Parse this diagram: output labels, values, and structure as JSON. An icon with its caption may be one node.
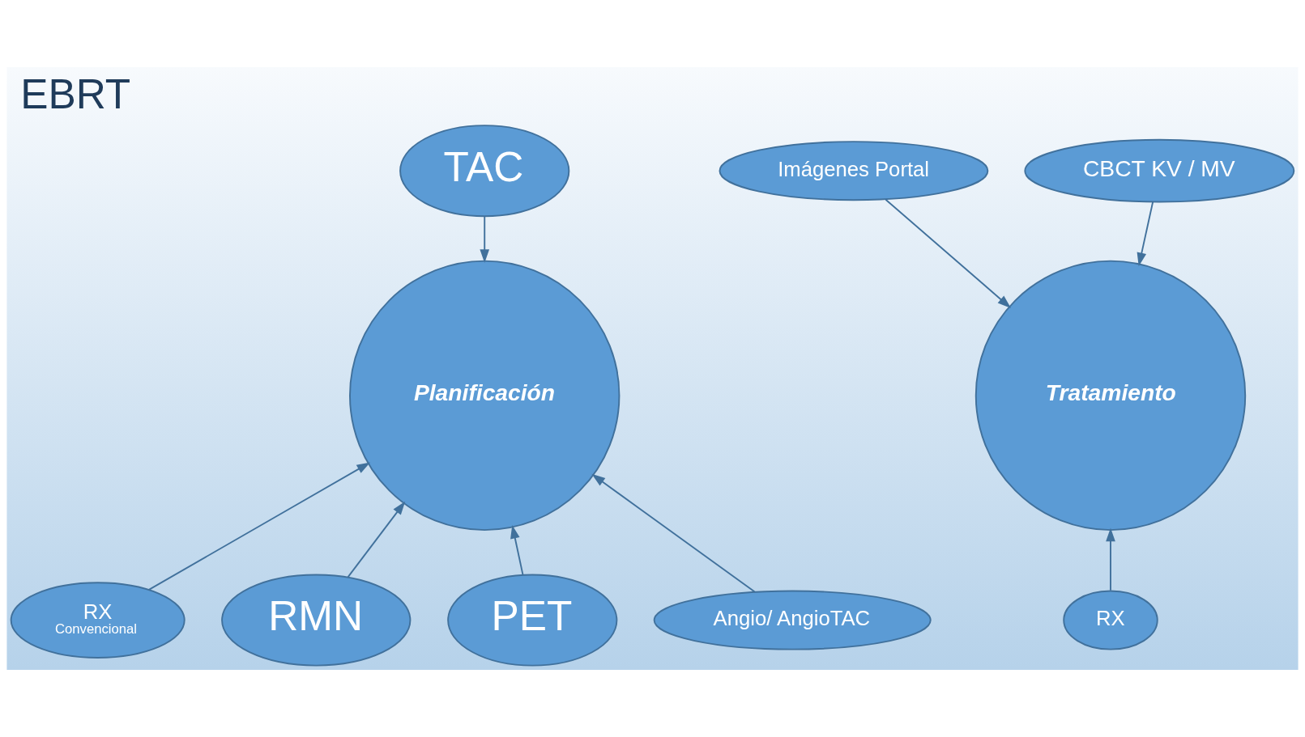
{
  "diagram": {
    "title": "EBRT",
    "nodes": [
      {
        "text": [
          "TAC"
        ]
      },
      {
        "text": [
          "Planificación"
        ]
      },
      {
        "text": [
          "RX",
          "Convencional"
        ]
      },
      {
        "text": [
          "RMN"
        ]
      },
      {
        "text": [
          "PET"
        ]
      },
      {
        "text": [
          "Angio/ AngioTAC"
        ]
      },
      {
        "text": [
          "Imágenes Portal"
        ]
      },
      {
        "text": [
          "CBCT KV / MV"
        ]
      },
      {
        "text": [
          "Tratamiento"
        ]
      },
      {
        "text": [
          "RX"
        ]
      }
    ],
    "edges": [
      {
        "from": 0,
        "to": 1,
        "arrow": "to"
      },
      {
        "from": 2,
        "to": 1,
        "arrow": "to"
      },
      {
        "from": 3,
        "to": 1,
        "arrow": "to"
      },
      {
        "from": 4,
        "to": 1,
        "arrow": "to"
      },
      {
        "from": 5,
        "to": 1,
        "arrow": "to"
      },
      {
        "from": 6,
        "to": 8,
        "arrow": "to"
      },
      {
        "from": 7,
        "to": 8,
        "arrow": "to"
      },
      {
        "from": 9,
        "to": 8,
        "arrow": "to"
      }
    ]
  }
}
